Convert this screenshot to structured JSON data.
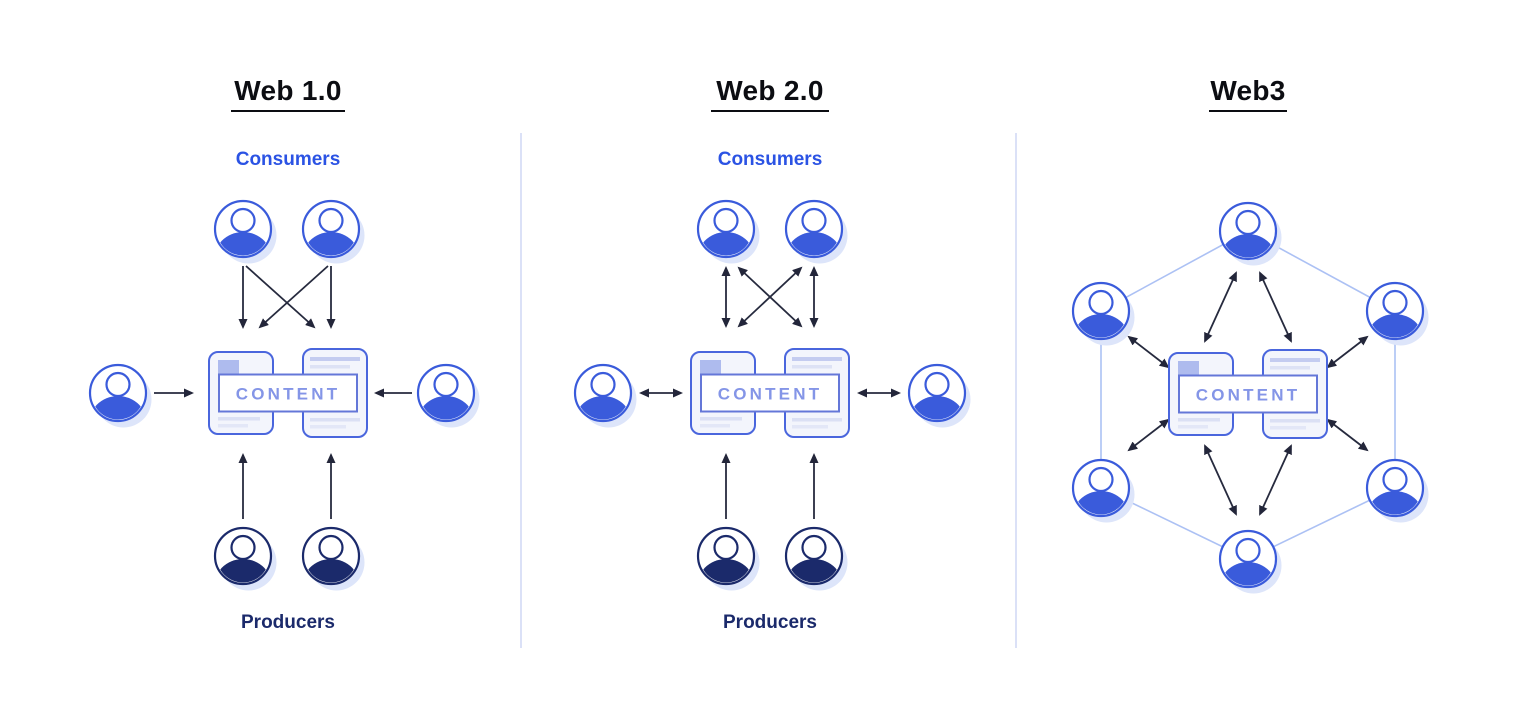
{
  "figure": {
    "description": "Comparison diagram of content flow in Web 1.0, Web 2.0 and Web3",
    "panels": [
      {
        "id": "web1",
        "title": "Web 1.0",
        "consumers_label": "Consumers",
        "producers_label": "Producers",
        "content_label": "CONTENT",
        "arrow_style": "one-way"
      },
      {
        "id": "web2",
        "title": "Web 2.0",
        "consumers_label": "Consumers",
        "producers_label": "Producers",
        "content_label": "CONTENT",
        "arrow_style": "two-way"
      },
      {
        "id": "web3",
        "title": "Web3",
        "content_label": "CONTENT",
        "arrow_style": "two-way-peer-network",
        "peers": 6,
        "topology": "hexagon"
      }
    ],
    "colors": {
      "consumer_blue": "#3a5bdb",
      "producer_navy": "#1b2a6b",
      "label_blue": "#2b53e4",
      "label_navy": "#1b2a6b",
      "arrow_dark": "#262a3e",
      "hexagon_edge": "#acc1f4",
      "divider": "#dbe1f7",
      "content_border": "#4a66dd",
      "content_fill": "#f3f5fc",
      "content_text": "#8495e7",
      "icon_shadow": "#dde5fa",
      "background": "#ffffff"
    }
  }
}
